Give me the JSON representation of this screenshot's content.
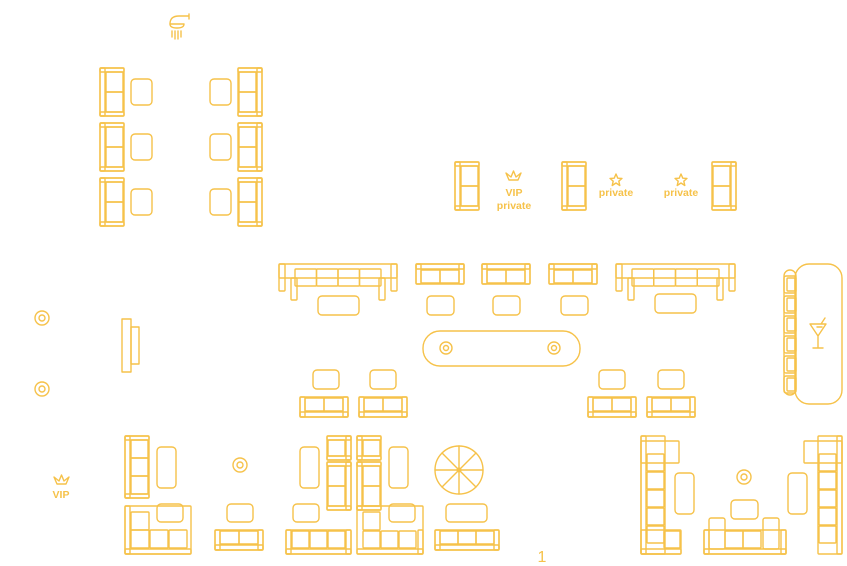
{
  "colors": {
    "accent": "#F6C24A",
    "background": "#ffffff"
  },
  "labels": {
    "vip_private": [
      "VIP",
      "private"
    ],
    "private_left": "private",
    "private_right": "private",
    "vip_corner": "VIP",
    "floor_number": "1"
  },
  "icons": [
    "shower-icon",
    "crown-icon",
    "star-icon",
    "cocktail-icon",
    "speaker-icon",
    "round-table-icon"
  ]
}
